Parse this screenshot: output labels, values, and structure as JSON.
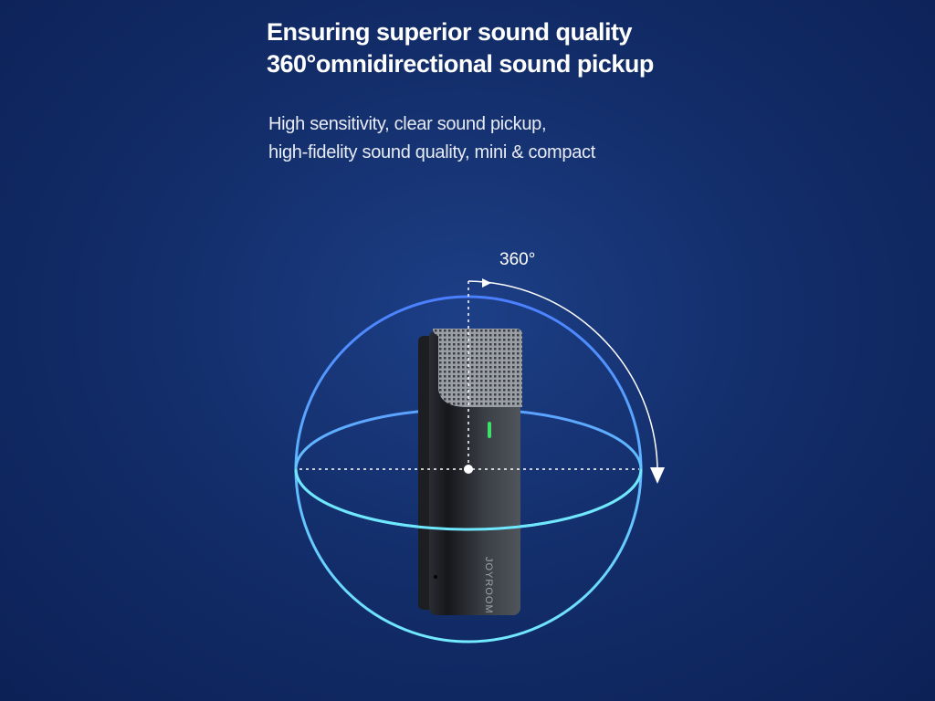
{
  "headline": {
    "line1": "Ensuring superior sound quality",
    "line2": "360°omnidirectional sound pickup"
  },
  "subtitle": {
    "line1": "High sensitivity, clear sound pickup,",
    "line2": "high-fidelity sound quality, mini & compact"
  },
  "rotation_label": "360°",
  "product": {
    "brand": "JOYROOM",
    "indicator_color": "#3ee06a"
  },
  "colors": {
    "sphere_top": "#4a8cff",
    "sphere_bottom": "#6fe6ff",
    "background": "#132e6b"
  }
}
